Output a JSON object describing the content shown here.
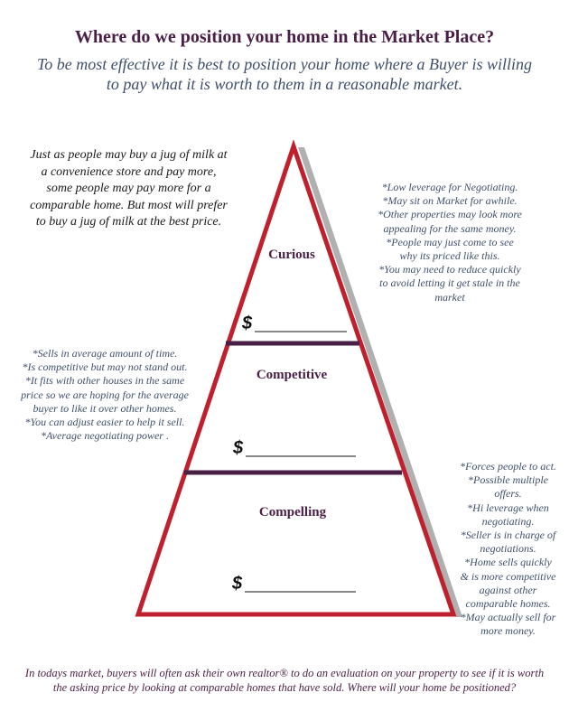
{
  "title": "Where do we position your home in the Market Place?",
  "subtitle": "To be most effective it is best to position your home where a Buyer is willing to pay what it is worth to them in a reasonable market.",
  "intro": "Just as people may buy a jug of milk at a convenience store and pay more, some people may pay more for a comparable home. But most will prefer to buy a jug of milk at the best price.",
  "tiers": [
    {
      "label": "Curious",
      "price_symbol": "$"
    },
    {
      "label": "Competitive",
      "price_symbol": "$"
    },
    {
      "label": "Compelling",
      "price_symbol": "$"
    }
  ],
  "notes": {
    "curious": [
      "*Low leverage for Negotiating.",
      "*May sit on Market for awhile.",
      "*Other properties may look more",
      "appealing for the same money.",
      "*People may just come to see",
      "why its priced like this.",
      "*You may need to reduce quickly",
      "to avoid letting it get stale in the",
      "market"
    ],
    "competitive": [
      "*Sells in average amount of time.",
      "*Is competitive but may not stand out.",
      "*It fits with other houses in the same",
      "price so we are hoping for the average",
      "buyer to like it over other homes.",
      "*You can adjust easier to help it sell.",
      "*Average negotiating power ."
    ],
    "compelling": [
      "*Forces people to act.",
      "*Possible multiple",
      "offers.",
      "*Hi leverage when",
      "negotiating.",
      "*Seller is in charge of",
      "negotiations.",
      "*Home sells quickly",
      "& is more competitive",
      "against other",
      "comparable homes.",
      "*May actually sell for",
      "more money."
    ]
  },
  "footer": "In todays market, buyers will often ask their own realtor® to do an evaluation on your property to see if it is worth the asking price by looking at comparable homes that have sold. Where will your home be positioned?",
  "colors": {
    "pyramid_outline": "#c0202e",
    "divider": "#4a1f45",
    "shadow": "#b0b0b0"
  }
}
